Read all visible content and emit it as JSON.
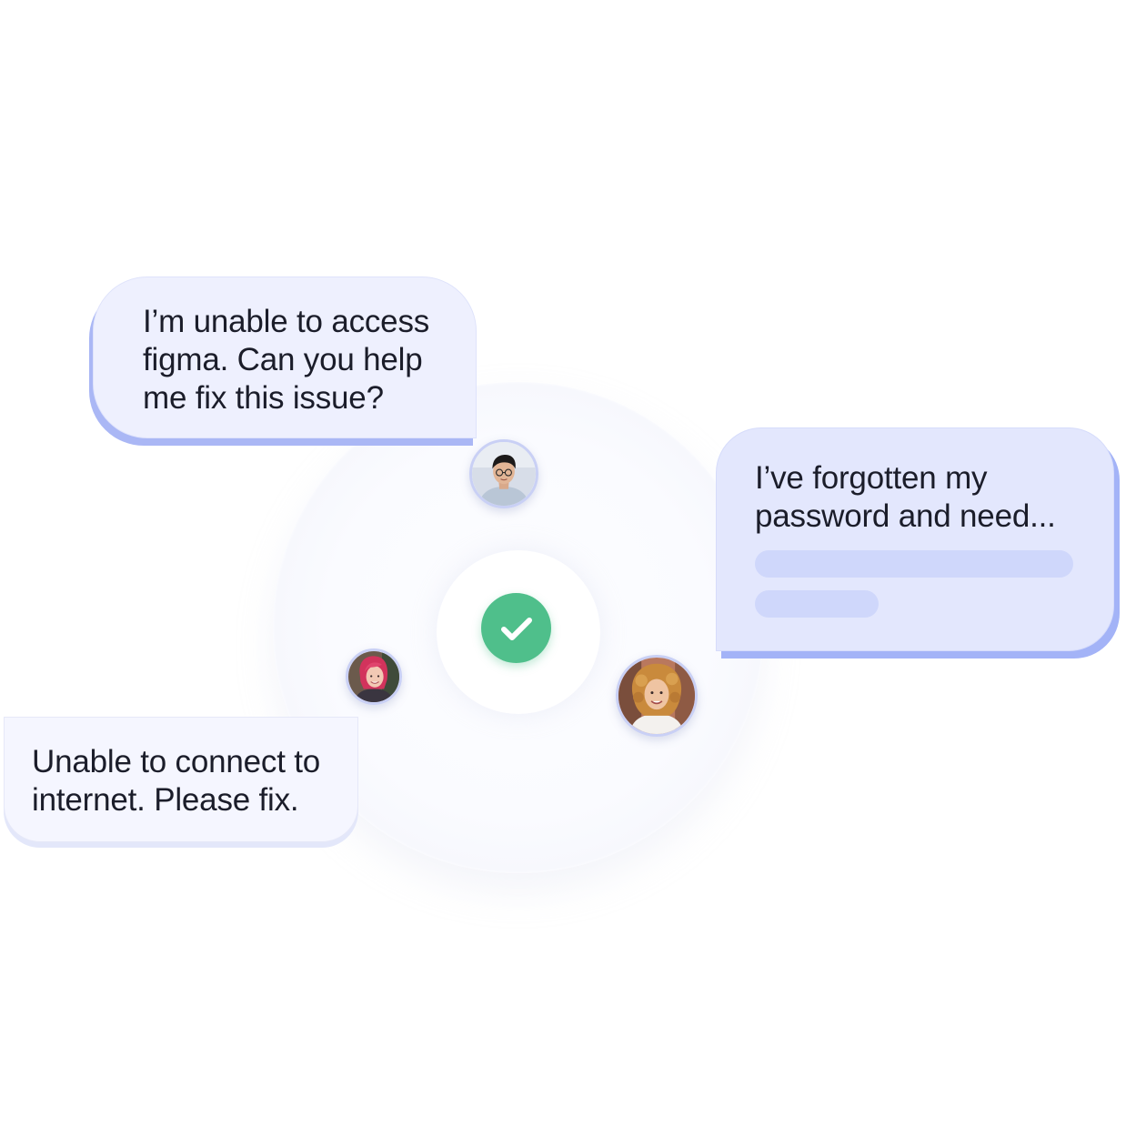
{
  "messages": {
    "figma": "I’m unable to access figma. Can you help me fix this issue?",
    "password": "I’ve forgotten my password and need...",
    "internet": "Unable to connect to internet. Please fix."
  },
  "icons": {
    "status": "check-icon",
    "avatars": [
      "avatar-man",
      "avatar-pink-hair-woman",
      "avatar-curly-hair-woman"
    ]
  },
  "colors": {
    "bubble_light": "#eef0fe",
    "bubble_mid": "#e3e7fd",
    "bubble_shadow": "#aab7f5",
    "success": "#4fbf8b",
    "text": "#1b1d2a"
  }
}
